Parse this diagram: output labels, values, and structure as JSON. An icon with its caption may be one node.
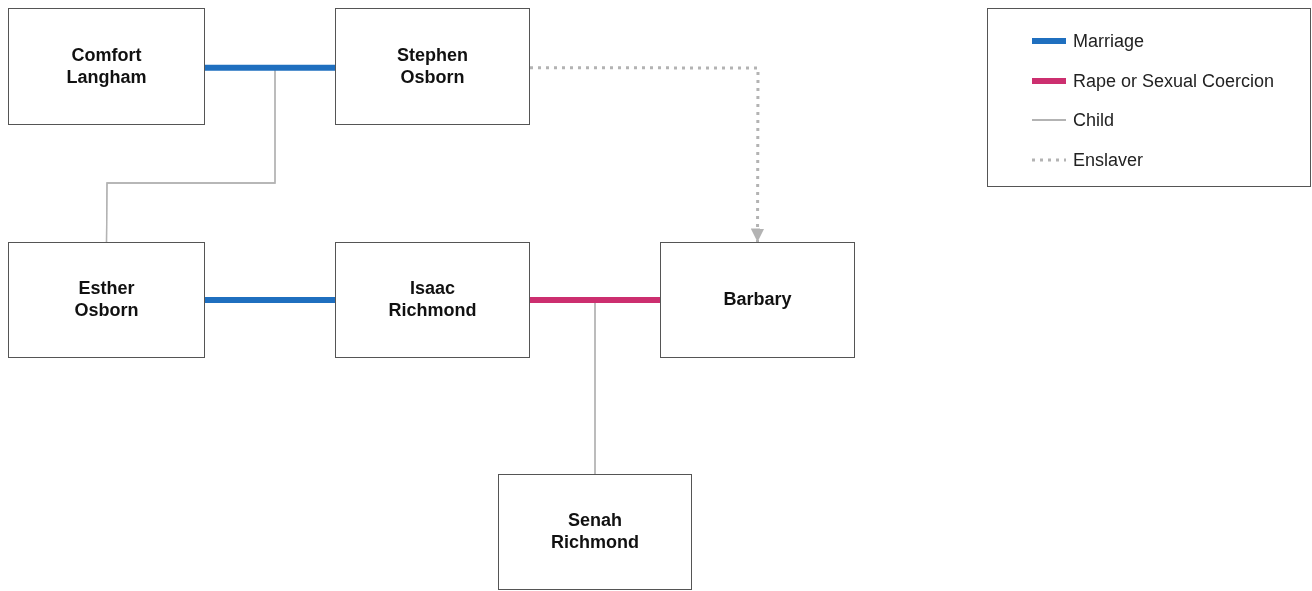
{
  "diagram": {
    "nodes": [
      {
        "text": [
          "Comfort Langham"
        ]
      },
      {
        "text": [
          "Stephen Osborn"
        ]
      },
      {
        "text": [
          "Esther Osborn"
        ]
      },
      {
        "text": [
          "Isaac Richmond"
        ]
      },
      {
        "text": [
          "Barbary"
        ]
      },
      {
        "text": [
          "Senah Richmond"
        ]
      }
    ],
    "edges": [
      {
        "from": 0,
        "to": 1,
        "arrow": "none",
        "style": "thick",
        "color": "#1f6fbf"
      },
      {
        "from": 2,
        "to": 3,
        "arrow": "none",
        "style": "thick",
        "color": "#1f6fbf"
      },
      {
        "from": 3,
        "to": 4,
        "arrow": "none",
        "style": "thick",
        "color": "#cc2f6f"
      },
      {
        "from": 0,
        "to": 2,
        "arrow": "none"
      },
      {
        "from": 1,
        "to": 2,
        "arrow": "none"
      },
      {
        "from": 3,
        "to": 5,
        "arrow": "none"
      },
      {
        "from": 4,
        "to": 5,
        "arrow": "none"
      },
      {
        "from": 1,
        "to": 4,
        "arrow": "to",
        "style": "dashed"
      }
    ],
    "legend": [
      {
        "text": "Marriage"
      },
      {
        "text": "Rape or Sexual Coercion"
      },
      {
        "text": "Child"
      },
      {
        "text": "Enslaver"
      }
    ]
  }
}
